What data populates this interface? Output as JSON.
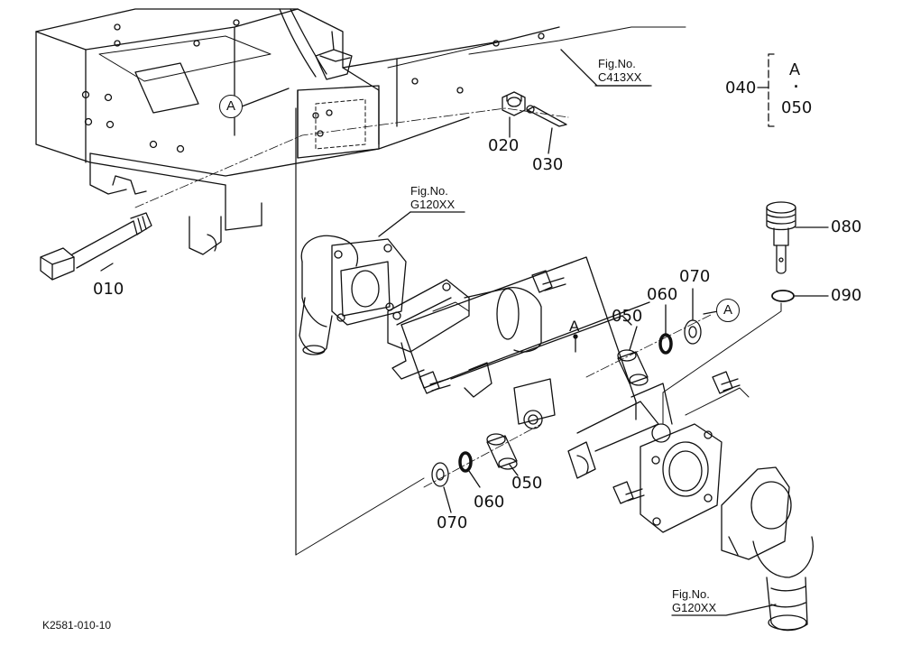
{
  "drawing_code": "K2581-010-10",
  "fig_refs": [
    {
      "line1": "Fig.No.",
      "line2": "C413XX"
    },
    {
      "line1": "Fig.No.",
      "line2": "G120XX"
    },
    {
      "line1": "Fig.No.",
      "line2": "G120XX"
    }
  ],
  "parts": {
    "p010": "010",
    "p020": "020",
    "p030": "030",
    "p040": "040",
    "p050a": "050",
    "p050b": "050",
    "p050c": "050",
    "p060a": "060",
    "p060b": "060",
    "p070a": "070",
    "p070b": "070",
    "p080": "080",
    "p090": "090"
  },
  "callouts": {
    "frame": "A",
    "washer": "A",
    "housing": "A"
  },
  "set_ref": {
    "top": "A",
    "dot": "·"
  }
}
